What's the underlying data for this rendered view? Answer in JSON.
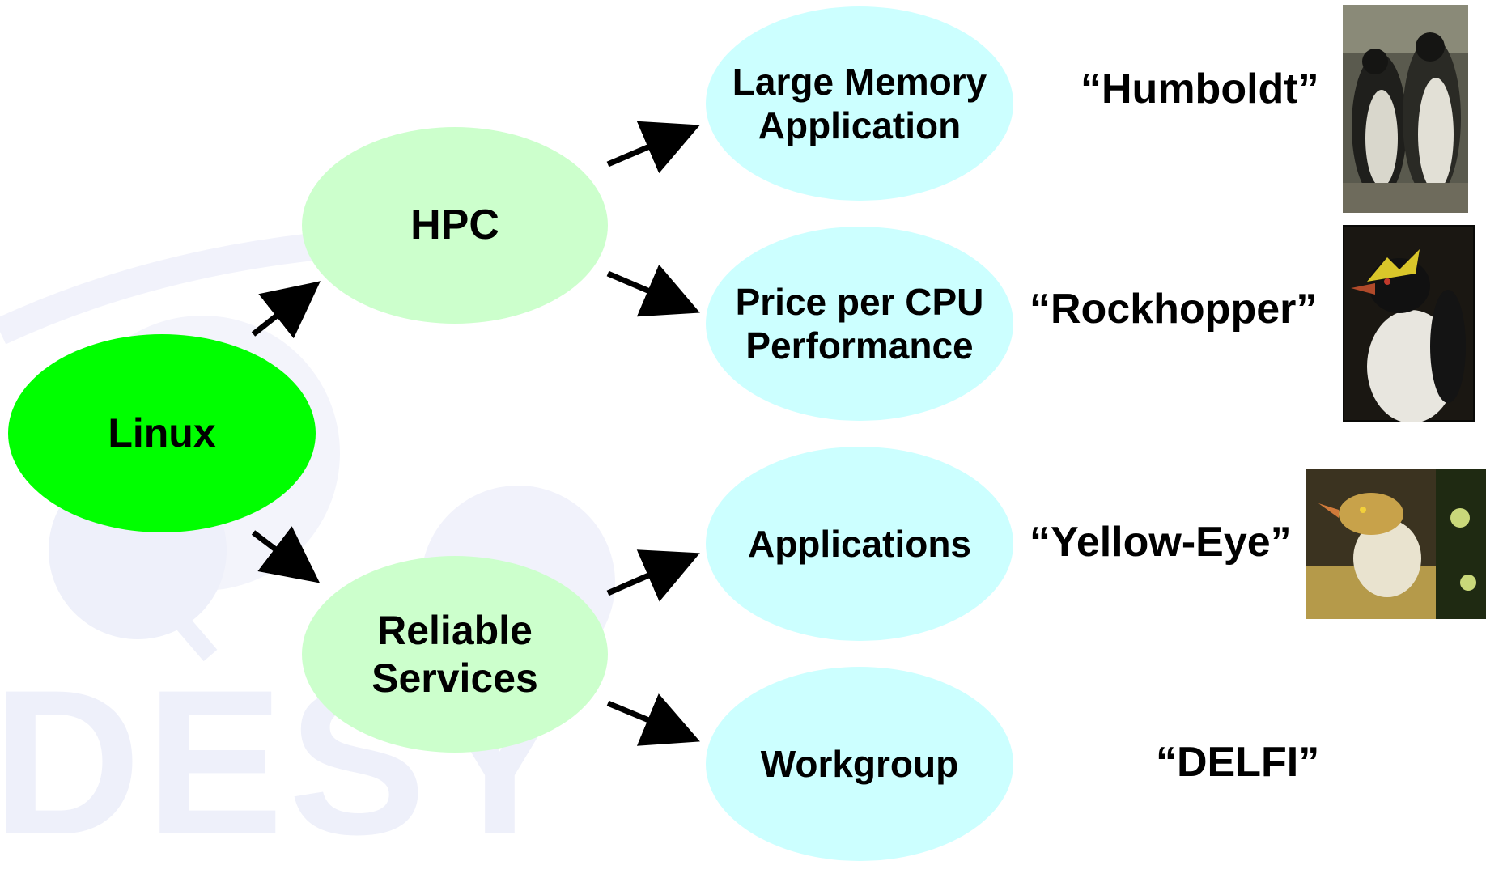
{
  "watermark": {
    "text": "DESY"
  },
  "nodes": {
    "root": {
      "label": "Linux"
    },
    "hpc": {
      "label": "HPC"
    },
    "reliable": {
      "line1": "Reliable",
      "line2": "Services"
    },
    "large_memory": {
      "line1": "Large Memory",
      "line2": "Application"
    },
    "price_cpu": {
      "line1": "Price per CPU",
      "line2": "Performance"
    },
    "applications": {
      "label": "Applications"
    },
    "workgroup": {
      "label": "Workgroup"
    }
  },
  "codenames": {
    "humboldt": "“Humboldt”",
    "rockhopper": "“Rockhopper”",
    "yellow_eye": "“Yellow-Eye”",
    "delfi": "“DELFI”"
  },
  "colors": {
    "root": "#00ff00",
    "mid": "#ccffcc",
    "leaf": "#ccffff",
    "arrow": "#000000",
    "watermark": "#eef0fa"
  }
}
